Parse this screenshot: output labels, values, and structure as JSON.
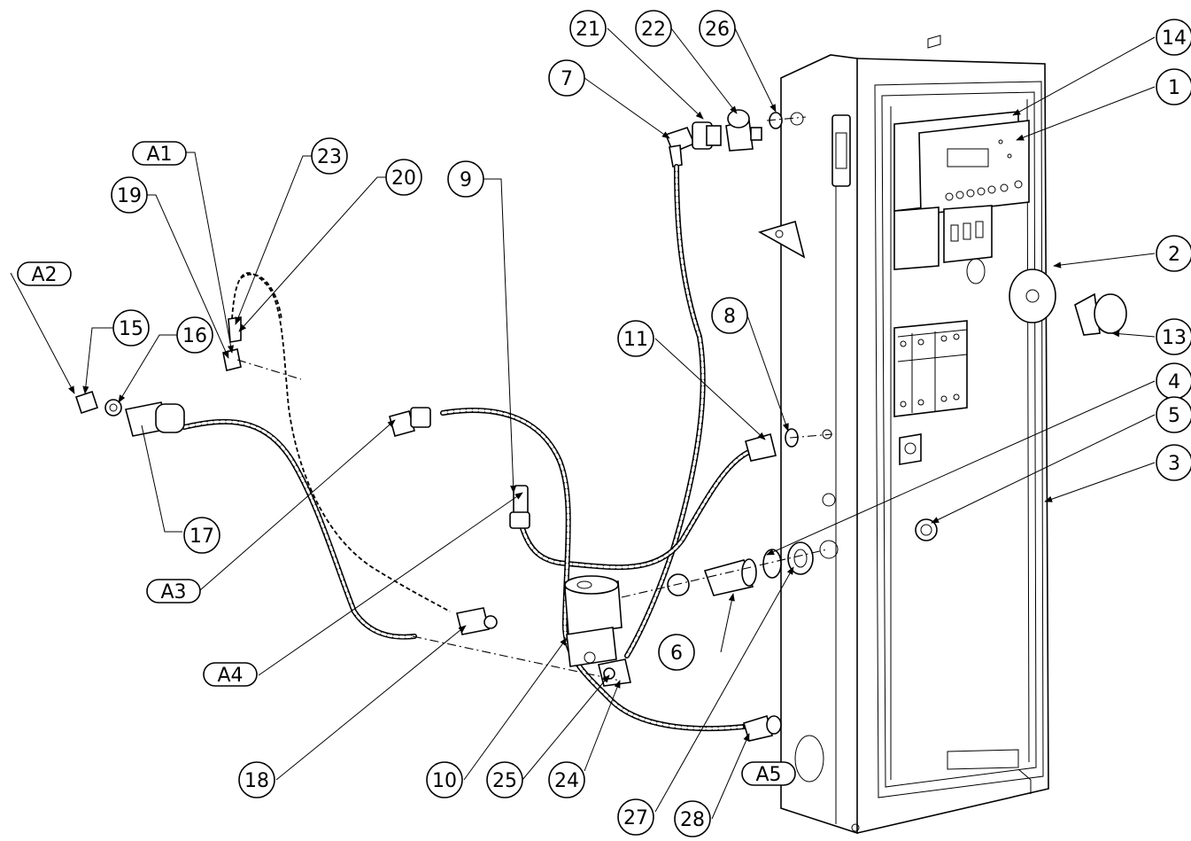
{
  "callouts": {
    "c1": "1",
    "c2": "2",
    "c3": "3",
    "c4": "4",
    "c5": "5",
    "c6": "6",
    "c7": "7",
    "c8": "8",
    "c9": "9",
    "c10": "10",
    "c11": "11",
    "c13": "13",
    "c14": "14",
    "c15": "15",
    "c16": "16",
    "c17": "17",
    "c18": "18",
    "c19": "19",
    "c20": "20",
    "c21": "21",
    "c22": "22",
    "c23": "23",
    "c24": "24",
    "c25": "25",
    "c26": "26",
    "c27": "27",
    "c28": "28"
  },
  "assemblies": {
    "a1": "A1",
    "a2": "A2",
    "a3": "A3",
    "a4": "A4",
    "a5": "A5"
  }
}
